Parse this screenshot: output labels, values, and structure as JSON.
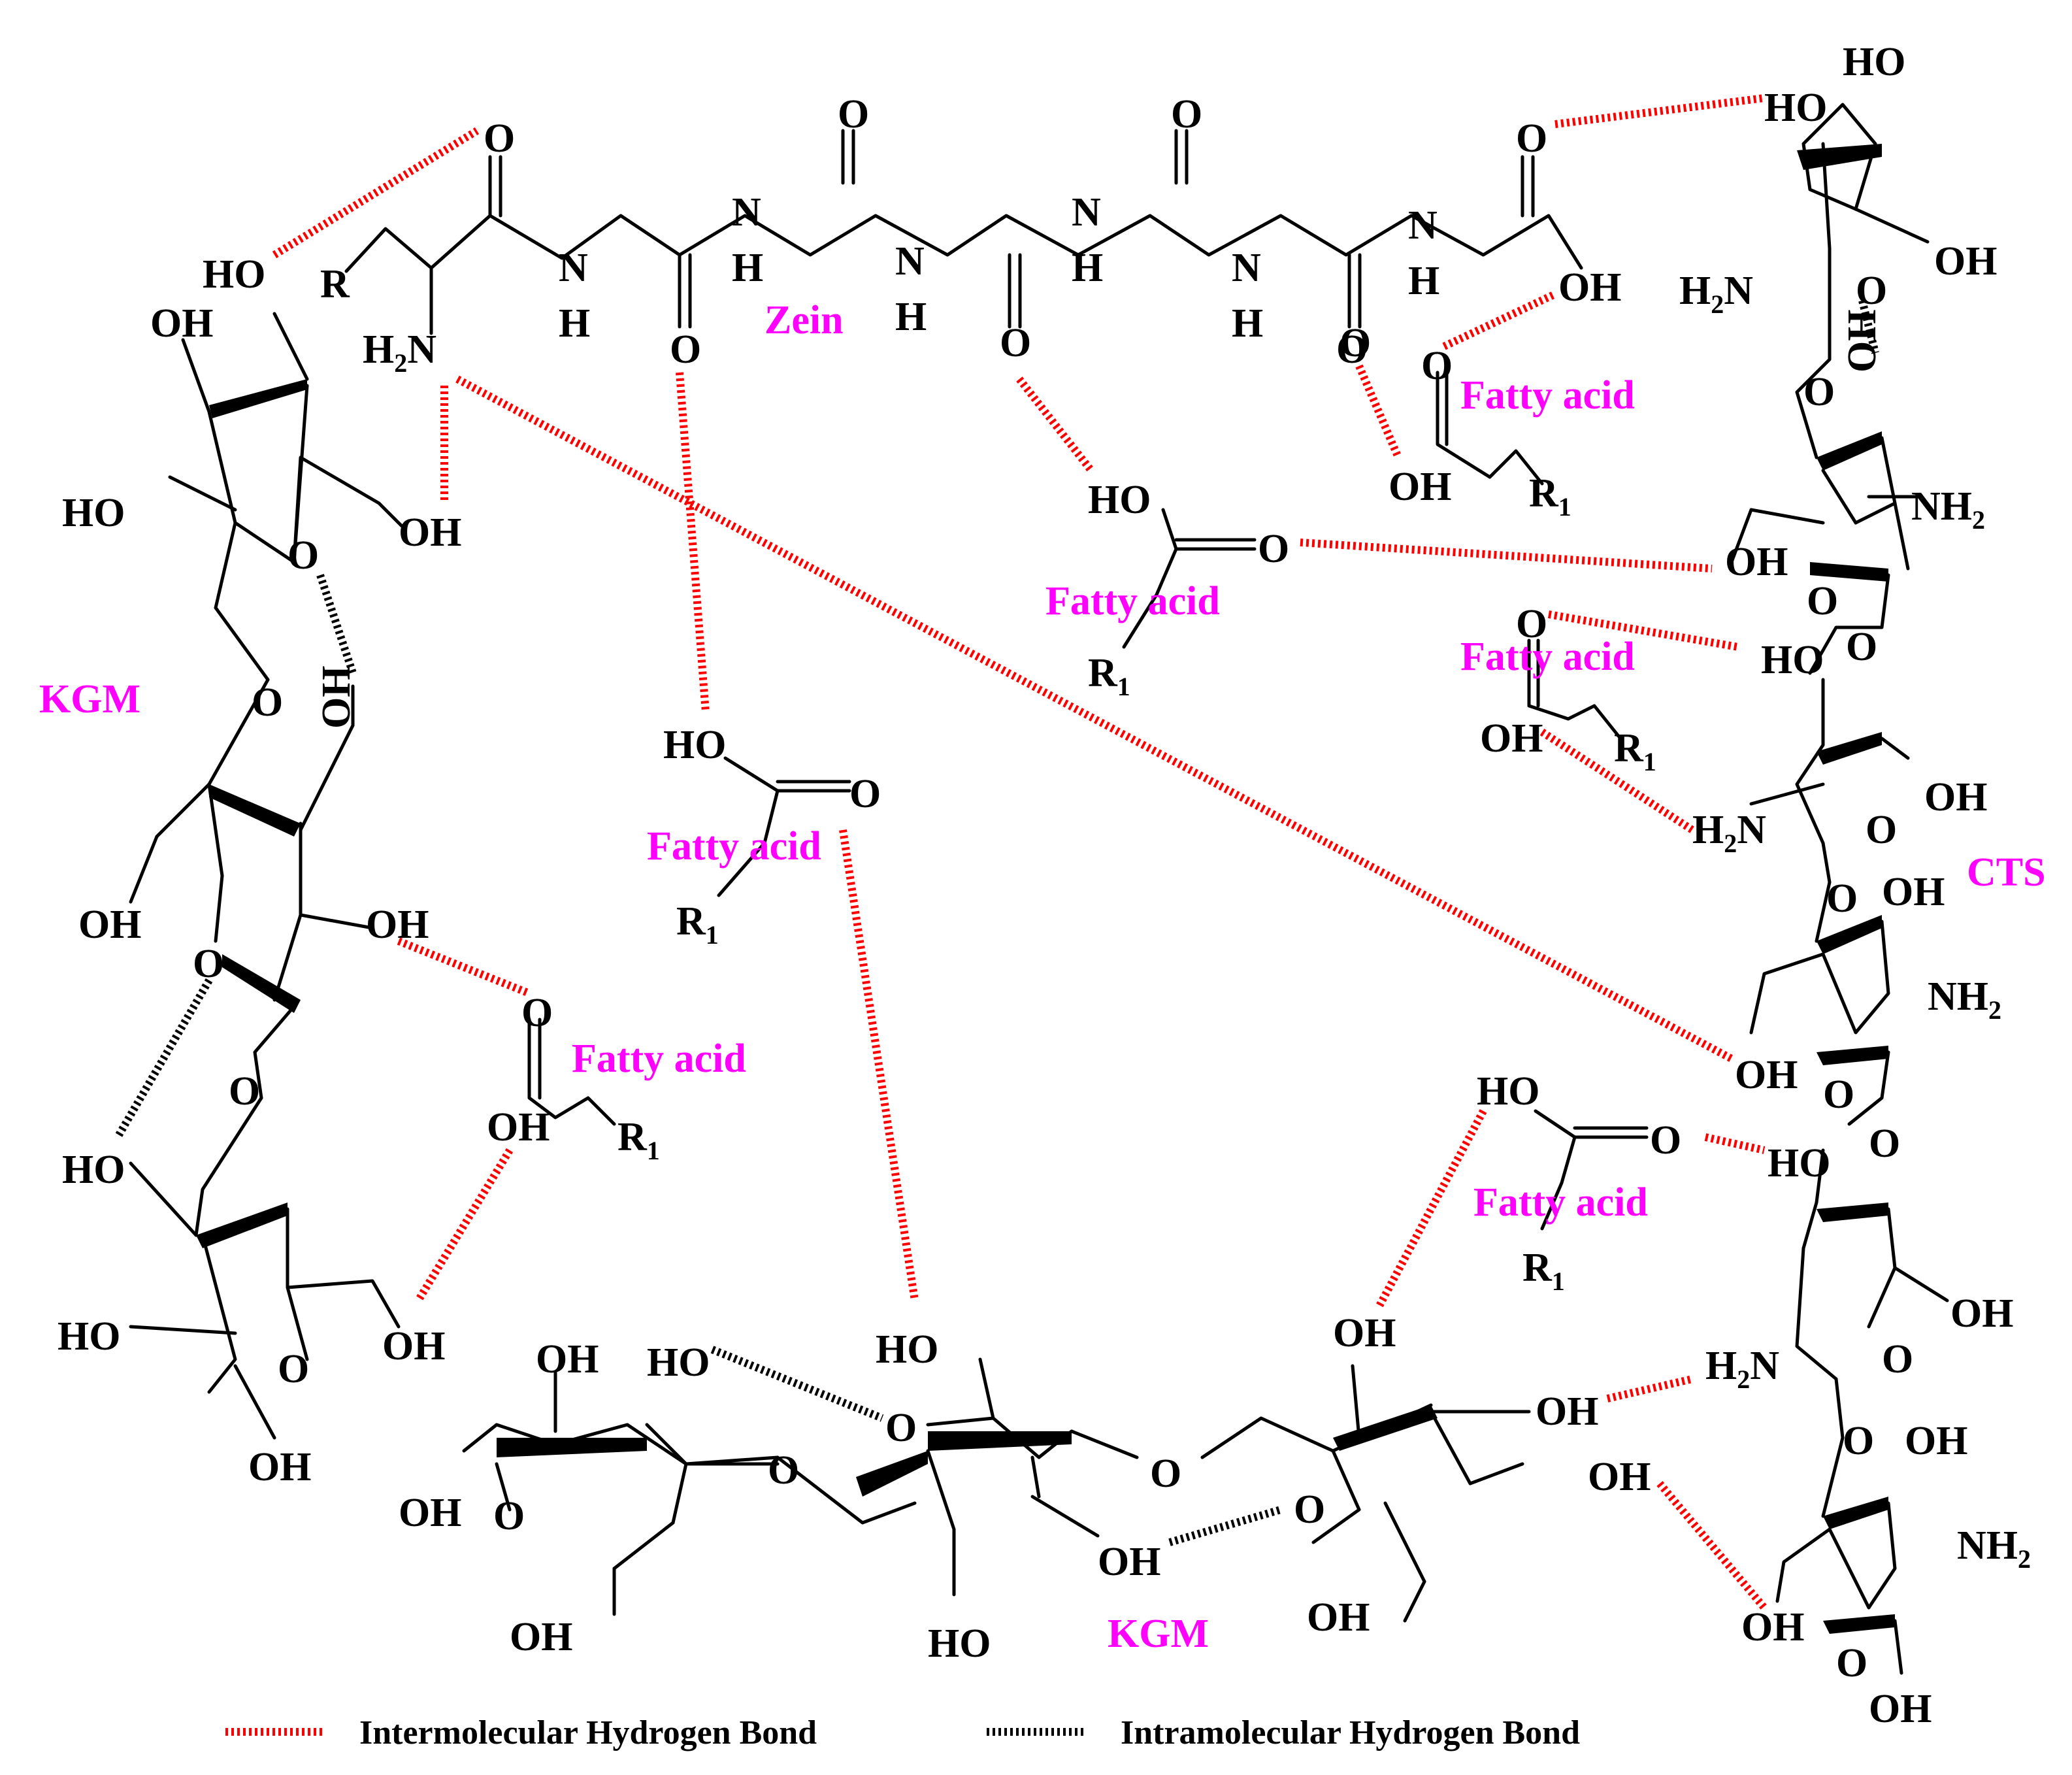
{
  "colors": {
    "label": "#ff00ff",
    "intermolecular": "#ff0000",
    "intramolecular": "#000000",
    "structure": "#000000"
  },
  "labels": {
    "zein": "Zein",
    "kgm": "KGM",
    "cts": "CTS",
    "fatty_acid": "Fatty acid"
  },
  "atoms": {
    "O": "O",
    "OH": "OH",
    "HO": "HO",
    "H": "H",
    "N": "N",
    "R": "R",
    "R1": "R",
    "H2N": "H",
    "NH2": "NH",
    "sub1": "1",
    "sub2": "2"
  },
  "legend": {
    "intermolecular": "Intermolecular Hydrogen Bond",
    "intramolecular": "Intramolecular Hydrogen Bond"
  }
}
